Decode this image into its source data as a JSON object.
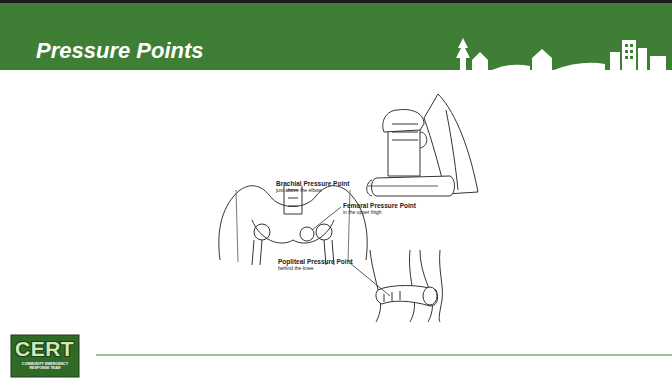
{
  "diagram": {
    "title": "Pressure Points",
    "labels": [
      "Brachial Pressure Point",
      "just above the elbow",
      "Femoral Pressure Point",
      "in the upper thigh",
      "Popliteal Pressure Point",
      "behind the knee",
      "CERT",
      "COMMUNITY EMERGENCY RESPONSE TEAM"
    ]
  }
}
